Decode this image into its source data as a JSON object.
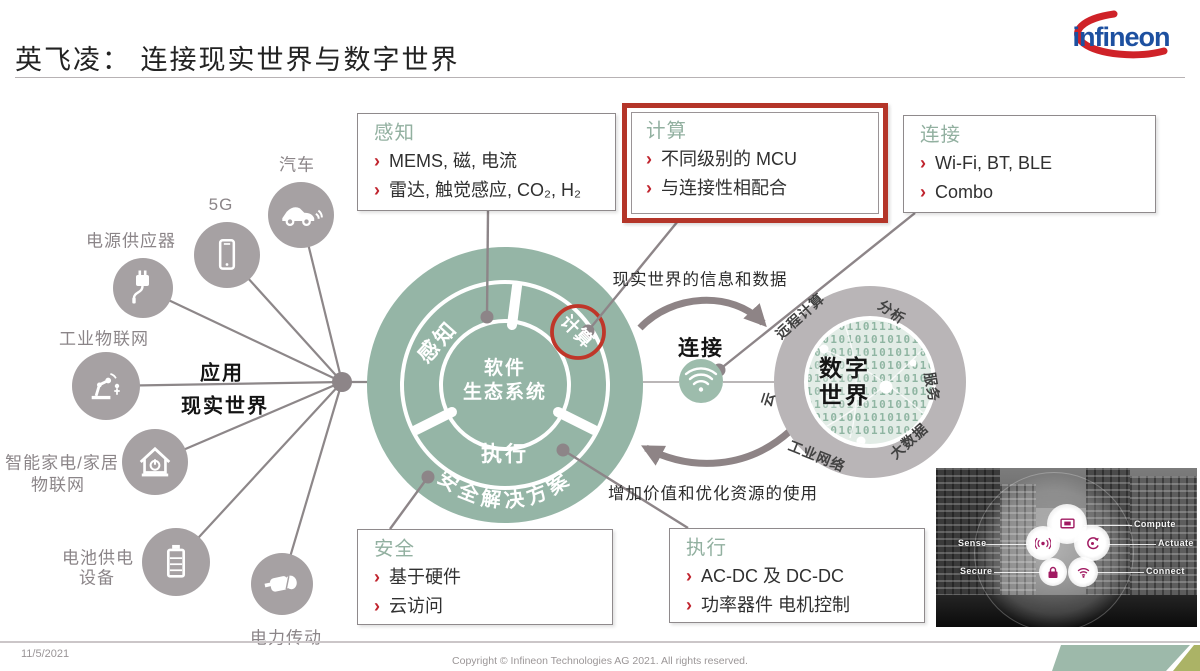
{
  "slide": {
    "title": "英飞凌： 连接现实世界与数字世界",
    "date": "11/5/2021",
    "copyright": "Copyright © Infineon Technologies AG 2021. All rights reserved.",
    "brand": "infineon"
  },
  "applications": {
    "hub_label_1": "应用",
    "hub_label_2": "现实世界",
    "nodes": [
      {
        "label": "汽车"
      },
      {
        "label": "5G"
      },
      {
        "label": "电源供应器"
      },
      {
        "label": "工业物联网"
      },
      {
        "label": "智能家电/家居",
        "label2": "物联网"
      },
      {
        "label": "电池供电",
        "label2": "设备"
      },
      {
        "label": "电力传动"
      }
    ]
  },
  "boxes": {
    "sense": {
      "title": "感知",
      "bullet1": "MEMS, 磁, 电流",
      "bullet2": "雷达, 触觉感应, CO₂, H₂"
    },
    "compute": {
      "title": "计算",
      "bullet1": "不同级别的 MCU",
      "bullet2": "与连接性相配合"
    },
    "connect": {
      "title": "连接",
      "bullet1": "Wi-Fi, BT, BLE",
      "bullet2": "Combo"
    },
    "security": {
      "title": "安全",
      "bullet1": "基于硬件",
      "bullet2": "云访问"
    },
    "actuate": {
      "title": "执行",
      "bullet1": "AC-DC 及 DC-DC",
      "bullet2": "功率器件 电机控制"
    }
  },
  "ring": {
    "segment_sense": "感知",
    "segment_compute": "计算",
    "segment_actuate": "执行",
    "outer_label": "安全解决方案",
    "center_1": "软件",
    "center_2": "生态系统"
  },
  "connect_node": {
    "label": "连接"
  },
  "flows": {
    "to_digital": "现实世界的信息和数据",
    "to_real": "增加价值和优化资源的使用"
  },
  "digital": {
    "center_1": "数字",
    "center_2": "世界",
    "labels": {
      "remote": "远程计算",
      "analytics": "分析",
      "services": "服务",
      "bigdata": "大数据",
      "industrial": "工业网络",
      "cloud": "云"
    },
    "binary_rows": [
      "011010110111010110",
      "101010101010101011",
      "110101010101011010",
      "010110101101010101",
      "101011010101101010",
      "010101101010110101",
      "101010110101010110",
      "010101001010101101",
      "001001010110101010"
    ]
  },
  "city": {
    "labels": {
      "sense": "Sense",
      "compute": "Compute",
      "actuate": "Actuate",
      "secure": "Secure",
      "connect": "Connect"
    }
  },
  "colors": {
    "sage_green": "#95b5a6",
    "sage_light": "#9dbcac",
    "accent_red": "#b43529",
    "bullet_red": "#c0242e",
    "header_green": "#92b0a0",
    "line_gray": "#8d8789",
    "digital_ring_gray": "#b9b5b7",
    "logo_blue": "#1d50a0",
    "logo_red": "#cf2228",
    "footer_sage": "#9db9aa",
    "footer_olive": "#abb366",
    "city_icon_magenta": "#a11a62"
  }
}
